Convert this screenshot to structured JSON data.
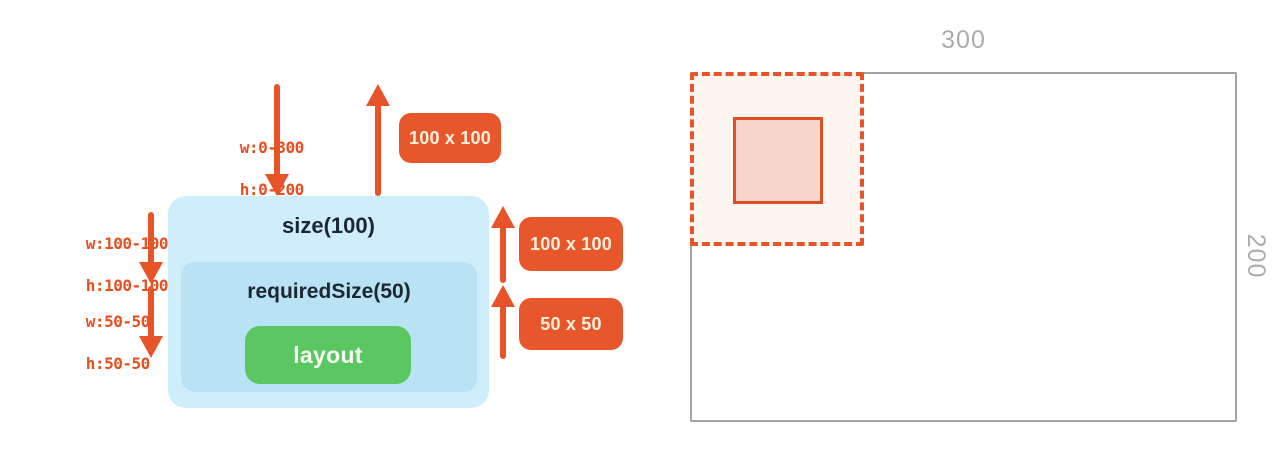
{
  "colors": {
    "orange": "#E8542A",
    "label-orange": "#E74F1F",
    "badge-bg": "#E8572B",
    "badge-text": "#FCF1DE",
    "outer-box-bg": "#CFEDFA",
    "inner-box-bg": "#B9E2F4",
    "box-text": "#1B2733",
    "green": "#5BC763",
    "green-text": "#F6FDF2",
    "gray-border": "#A3A3A3",
    "gray-text": "#ACACAC",
    "dashed-fill": "#FDF5EF",
    "solid-fill": "#F6D6CA",
    "solid-border": "#DE4F28"
  },
  "left_diagram": {
    "parent_constraints": {
      "line1": "w:0-300",
      "line2": "h:0-200"
    },
    "size_constraints": {
      "line1": "w:100-100",
      "line2": "h:100-100"
    },
    "required_size_constraints": {
      "line1": "w:50-50",
      "line2": "h:50-50"
    },
    "size_box_label": "size(100)",
    "required_size_box_label": "requiredSize(50)",
    "layout_box_label": "layout",
    "measured_size_top": "100 x 100",
    "measured_size_middle": "100 x 100",
    "measured_size_bottom": "50 x 50"
  },
  "right_diagram": {
    "width_label": "300",
    "height_label": "200"
  }
}
